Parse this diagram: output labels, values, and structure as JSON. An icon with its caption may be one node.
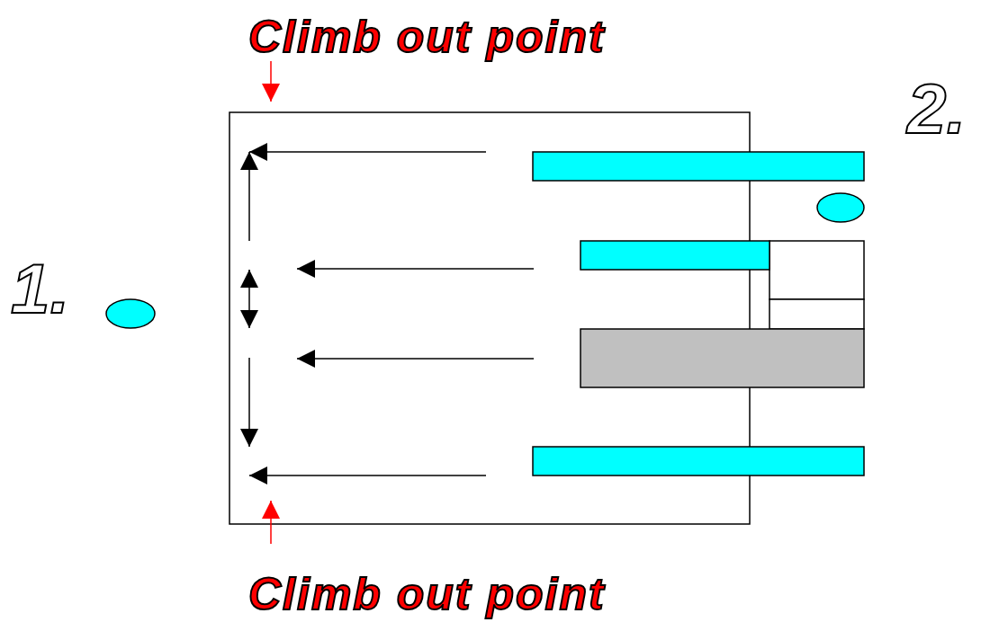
{
  "diagram": {
    "labels": [
      "Climb out point",
      "1.",
      "2.",
      "Climb out point"
    ]
  }
}
